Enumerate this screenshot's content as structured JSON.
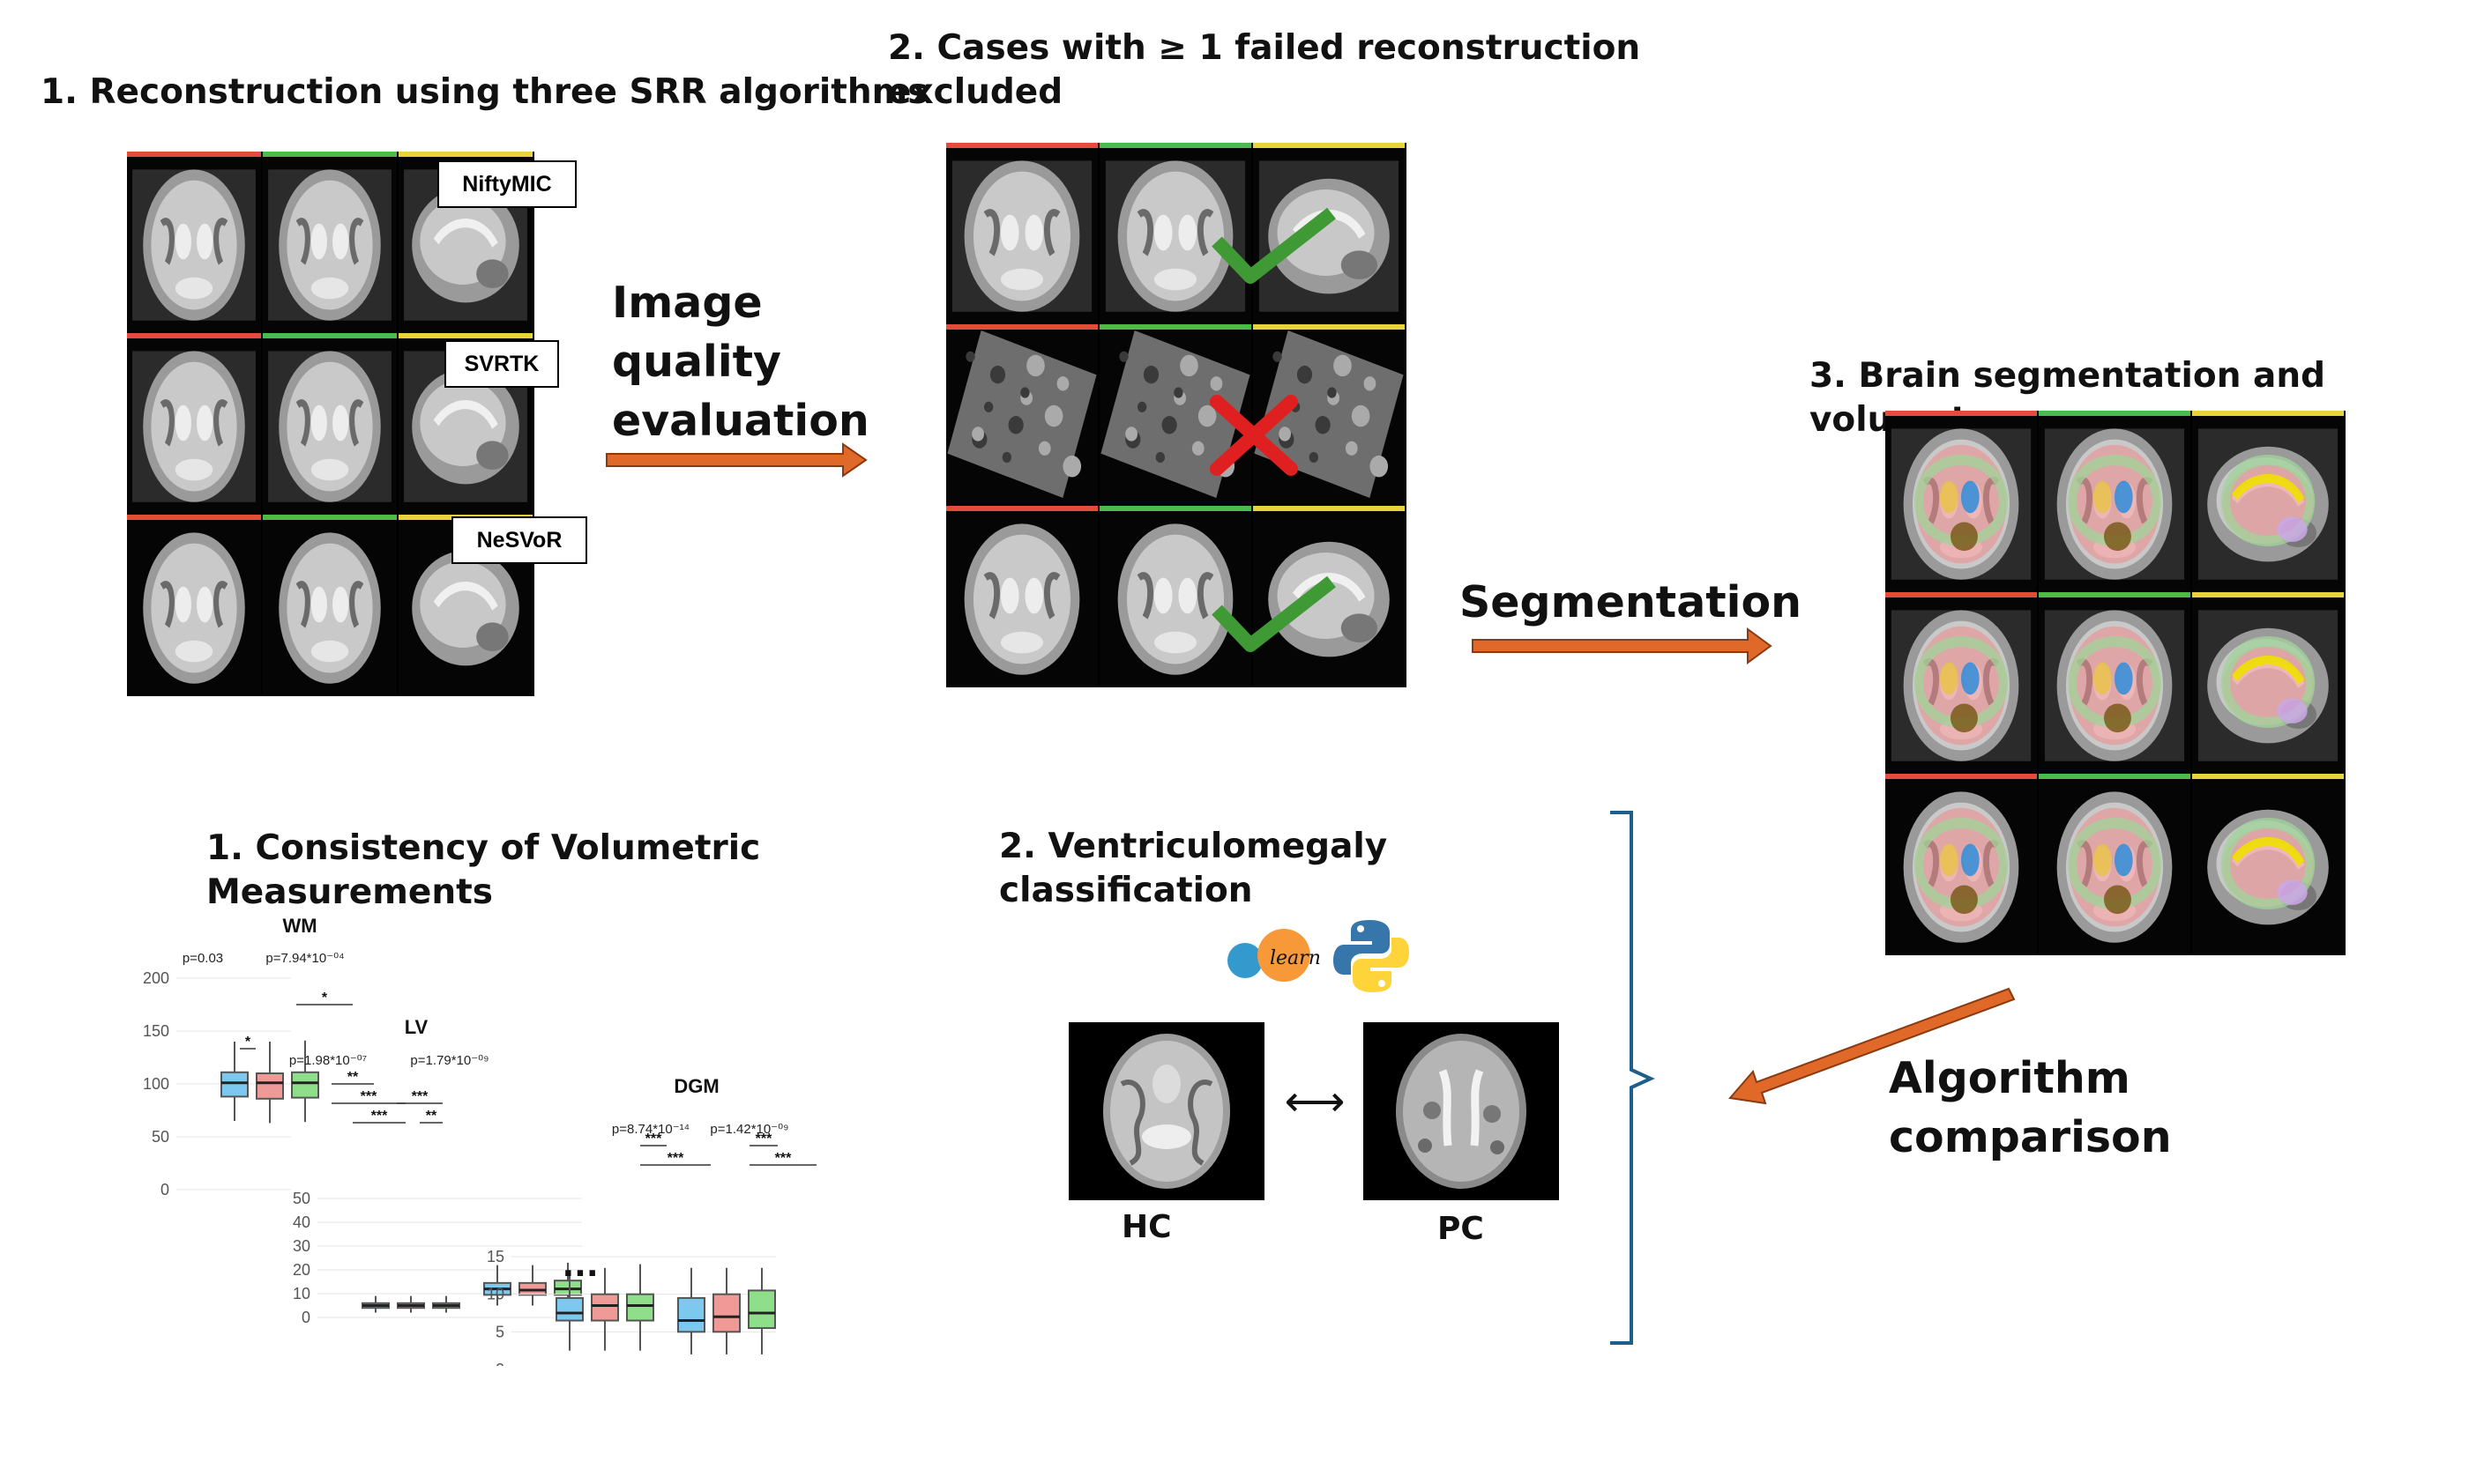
{
  "headings": {
    "reconstruction": "1. Reconstruction using three SRR algorithms",
    "cases_excluded": "2. Cases with ≥ 1 failed reconstruction\nexcluded",
    "segmentation_volumetry": "3. Brain segmentation and volumetry",
    "consistency": "1. Consistency of Volumetric\nMeasurements",
    "ventriculomegaly": "2. Ventriculomegaly\nclassification"
  },
  "arrows": {
    "image_quality": "Image\nquality\nevaluation",
    "segmentation": "Segmentation",
    "algorithm_comparison": "Algorithm\ncomparison"
  },
  "algorithms": [
    "NiftyMIC",
    "SVRTK",
    "NeSVoR"
  ],
  "classification": {
    "left_label": "HC",
    "right_label": "PC",
    "connector": "⟷"
  },
  "colors": {
    "arrow": "#e0692a",
    "arrow_edge": "#8a3a10",
    "bracket": "#1d5f8a",
    "check": "#3f9a35",
    "cross": "#e02020",
    "bar_red": "#e34b3b",
    "bar_green": "#4cbb4c",
    "bar_yellow": "#e8d43a",
    "box_blue": "#7cc8ee",
    "box_red": "#f09a98",
    "box_green": "#8ede8a"
  },
  "icons": [
    "check-mark-icon",
    "cross-mark-icon",
    "sklearn-logo",
    "python-logo"
  ],
  "chart_data": {
    "type": "box",
    "ellipsis": "...",
    "panels": [
      {
        "title": "WM",
        "y_ticks": [
          "0",
          "50",
          "100",
          "150",
          "200"
        ],
        "p_values": [
          "p=0.03",
          "p=7.94*10⁻⁰⁴"
        ],
        "significance": [
          "*",
          "*"
        ],
        "groups": [
          [
            {
              "q1": 88,
              "median": 101,
              "q3": 111,
              "min": 65,
              "max": 140
            },
            {
              "q1": 86,
              "median": 101,
              "q3": 110,
              "min": 63,
              "max": 140
            },
            {
              "q1": 87,
              "median": 101,
              "q3": 111,
              "min": 64,
              "max": 141
            }
          ]
        ]
      },
      {
        "title": "LV",
        "y_ticks": [
          "0",
          "10",
          "20",
          "30",
          "40",
          "50"
        ],
        "p_values": [
          "p=1.98*10⁻⁰⁷",
          "p=1.79*10⁻⁰⁹"
        ],
        "significance": [
          "**",
          "***",
          "***",
          "***",
          "**"
        ],
        "groups": [
          [
            {
              "q1": 4,
              "median": 5,
              "q3": 6,
              "min": 2,
              "max": 9
            },
            {
              "q1": 4,
              "median": 5,
              "q3": 6,
              "min": 2,
              "max": 9
            },
            {
              "q1": 4,
              "median": 5,
              "q3": 6,
              "min": 2,
              "max": 9
            }
          ],
          [
            {
              "q1": 9.5,
              "median": 12,
              "q3": 14.5,
              "min": 5,
              "max": 22
            },
            {
              "q1": 9.5,
              "median": 11.5,
              "q3": 14.5,
              "min": 5,
              "max": 22
            },
            {
              "q1": 9.5,
              "median": 12,
              "q3": 15.5,
              "min": 5,
              "max": 23
            }
          ]
        ]
      },
      {
        "title": "DGM",
        "y_ticks": [
          "0",
          "5",
          "10",
          "15"
        ],
        "p_values": [
          "p=8.74*10⁻¹⁴",
          "p=1.42*10⁻⁰⁹"
        ],
        "significance": [
          "***",
          "***",
          "***",
          "***"
        ],
        "groups": [
          [
            {
              "q1": 6.5,
              "median": 7.5,
              "q3": 9.5,
              "min": 2.5,
              "max": 13
            },
            {
              "q1": 6.5,
              "median": 8.5,
              "q3": 10,
              "min": 2.5,
              "max": 13.5
            },
            {
              "q1": 6.5,
              "median": 8.5,
              "q3": 10,
              "min": 2.5,
              "max": 14
            }
          ],
          [
            {
              "q1": 5,
              "median": 6.5,
              "q3": 9.5,
              "min": 2,
              "max": 13.5
            },
            {
              "q1": 5,
              "median": 7,
              "q3": 10,
              "min": 2,
              "max": 13.5
            },
            {
              "q1": 5.5,
              "median": 7.5,
              "q3": 10.5,
              "min": 2,
              "max": 13.5
            }
          ]
        ]
      }
    ]
  }
}
